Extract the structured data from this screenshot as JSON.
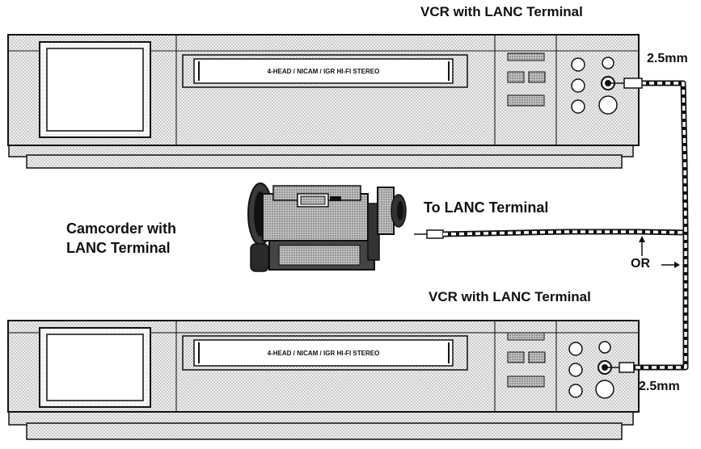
{
  "labels": {
    "vcr_top": "VCR with LANC Terminal",
    "vcr_bottom": "VCR with LANC Terminal",
    "camcorder_line1": "Camcorder with",
    "camcorder_line2": "LANC Terminal",
    "to_lanc": "To LANC Terminal",
    "jack_top": "2.5mm",
    "jack_bottom": "2.5mm",
    "or": "OR"
  },
  "vcr": {
    "cassette_text": "4-HEAD / NICAM / IGR HI-FI STEREO"
  }
}
